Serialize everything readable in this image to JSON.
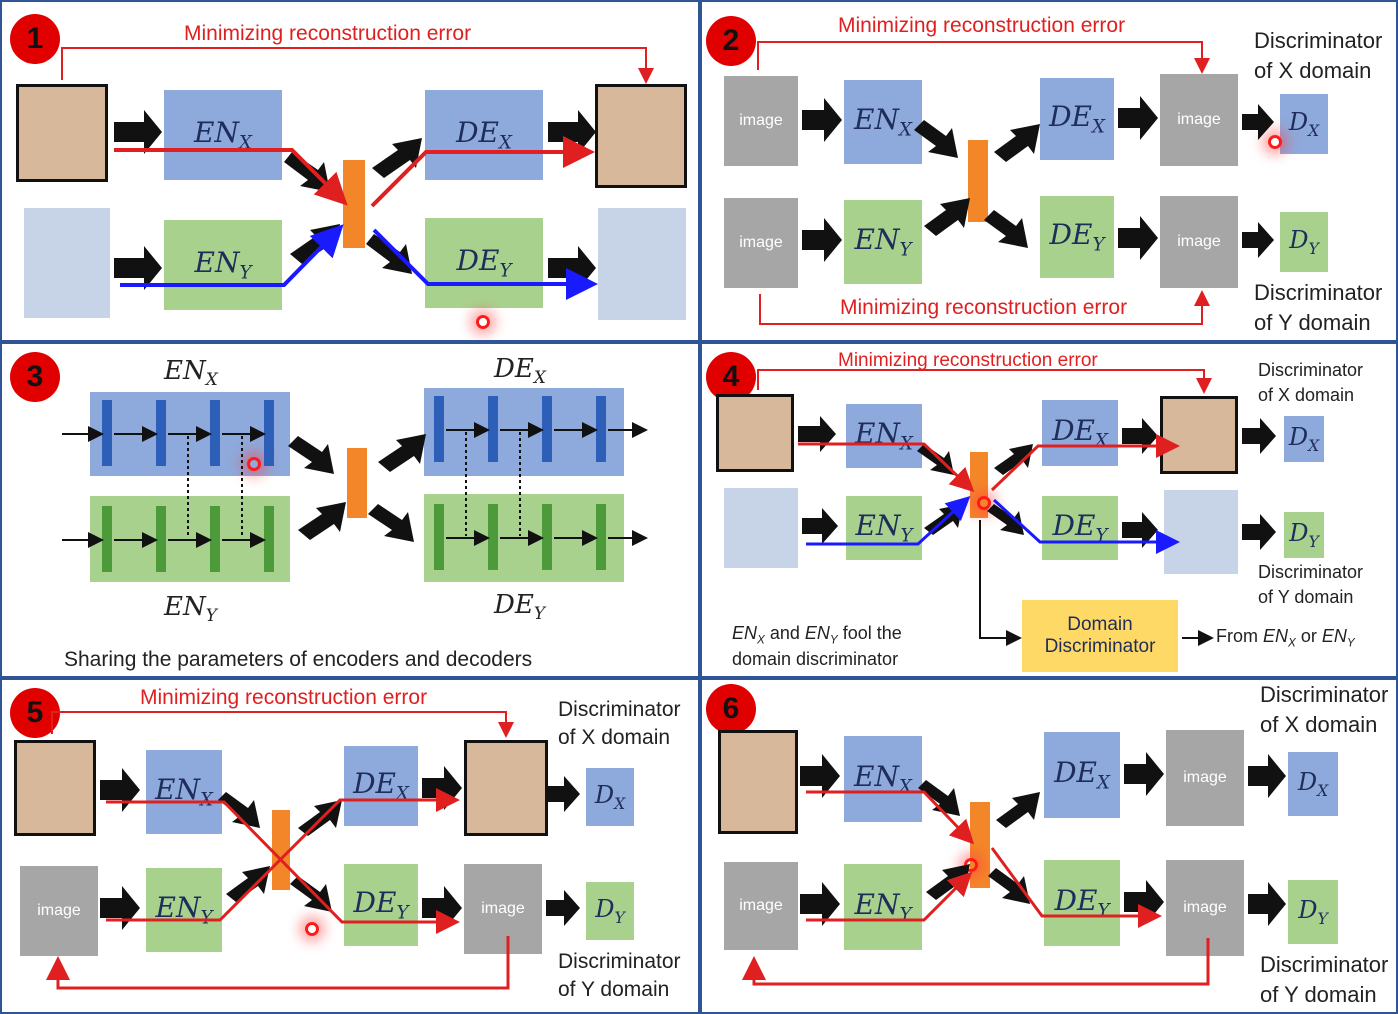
{
  "panels": [
    {
      "number": "1"
    },
    {
      "number": "2"
    },
    {
      "number": "3"
    },
    {
      "number": "4"
    },
    {
      "number": "5"
    },
    {
      "number": "6"
    }
  ],
  "recon_error": "Minimizing reconstruction error",
  "image_label": "image",
  "disc_x_line1": "Discriminator",
  "disc_x_line2": "of X domain",
  "disc_y_line1": "Discriminator",
  "disc_y_line2": "of Y domain",
  "sharing_caption": "Sharing the parameters of encoders and decoders",
  "domain_discriminator": {
    "line1": "Domain",
    "line2": "Discriminator"
  },
  "fool_text": {
    "line1_mid": "and",
    "line1_end": "fool the",
    "line2": "domain discriminator"
  },
  "from_text": {
    "prefix": "From",
    "mid": "or"
  },
  "symbols": {
    "en": "EN",
    "de": "DE",
    "d": "D",
    "x": "X",
    "y": "Y"
  },
  "colors": {
    "arrow_red": "#e02020",
    "arrow_blue": "#1a1aff",
    "badge": "#e00000",
    "border": "#2f5597"
  }
}
